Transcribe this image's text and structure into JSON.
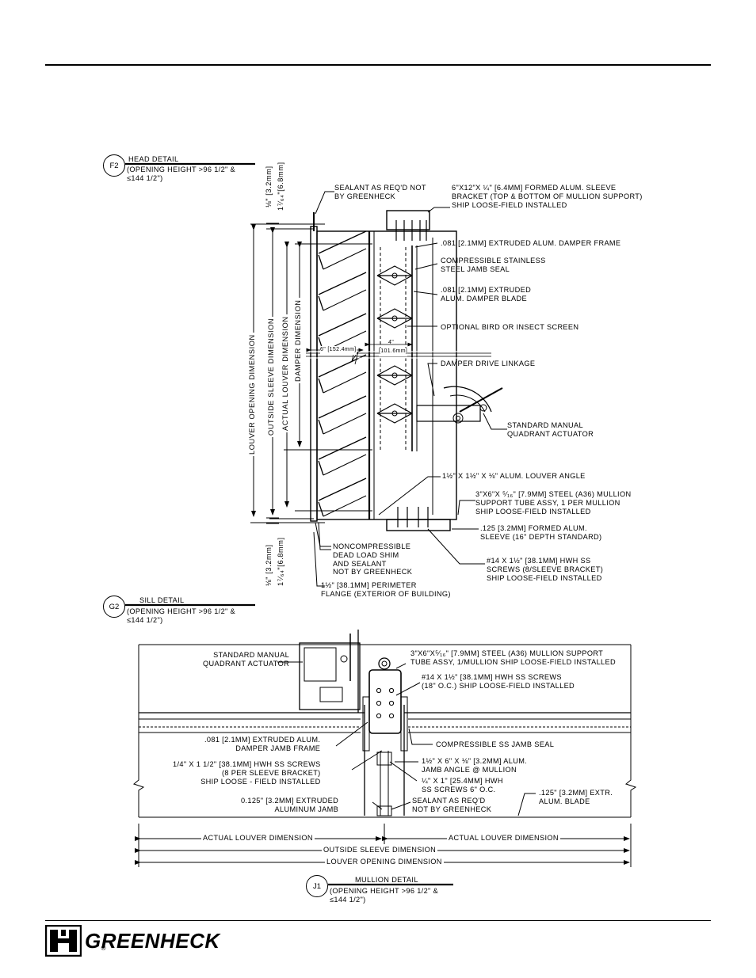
{
  "head_detail": {
    "tag": "F2",
    "title": "HEAD DETAIL",
    "scope": "(OPENING HEIGHT >96 1/2\" &\n≤144 1/2\")",
    "dim_top_a": "⅛\" [3.2mm]",
    "dim_top_b": "1⁷⁄₆₄\"[6.8mm]",
    "dim_bot_a": "⅛\" [3.2mm]",
    "dim_bot_b": "1⁷⁄₆₄\"[6.8mm]",
    "dim_louver_opening": "LOUVER OPENING DIMENSION",
    "dim_outside_sleeve": "OUTSIDE SLEEVE DIMENSION",
    "dim_actual_louver": "ACTUAL LOUVER DIMENSION",
    "dim_damper": "DAMPER DIMENSION",
    "dim_6in": "6\" [152.4mm]",
    "dim_4in_a": "4\"",
    "dim_4in_b": "[101.6mm]",
    "callouts": [
      "SEALANT AS REQ'D NOT\nBY GREENHECK",
      "6\"x12\"x ¼\" [6.4mm] FORMED ALUM. SLEEVE\nBRACKET (TOP & BOTTOM OF MULLION SUPPORT)\nSHIP LOOSE-FIELD INSTALLED",
      ".081 [2.1mm] EXTRUDED ALUM. DAMPER FRAME",
      "COMPRESSIBLE STAINLESS\nSTEEL JAMB SEAL",
      ".081 [2.1mm] EXTRUDED\nALUM. DAMPER BLADE",
      "OPTIONAL BIRD OR INSECT SCREEN",
      "DAMPER DRIVE LINKAGE",
      "STANDARD MANUAL\nQUADRANT ACTUATOR",
      "1½\" x 1½\" x ⅛\" ALUM. LOUVER ANGLE",
      "3\"x6\"x ⁵⁄₁₆\" [7.9mm] STEEL (A36) MULLION\nSUPPORT TUBE ASSY, 1 PER MULLION\nSHIP LOOSE-FIELD INSTALLED",
      ".125 [3.2mm] FORMED ALUM.\nSLEEVE (16\" DEPTH STANDARD)",
      "NONCOMPRESSIBLE\nDEAD LOAD SHIM\nAND SEALANT\nNOT BY GREENHECK",
      "#14 X 1½\" [38.1mm] HWH SS\nSCREWS (8/SLEEVE BRACKET)\nSHIP LOOSE-FIELD INSTALLED",
      "1½\" [38.1mm] PERIMETER\nFLANGE (EXTERIOR OF BUILDING)"
    ]
  },
  "sill_detail": {
    "tag": "G2",
    "title": "SILL DETAIL",
    "scope": "(OPENING HEIGHT >96 1/2\" &\n≤144 1/2\")"
  },
  "mullion_detail": {
    "tag": "J1",
    "title": "MULLION DETAIL",
    "scope": "(OPENING HEIGHT >96 1/2\" &\n≤144 1/2\")",
    "callouts": [
      "STANDARD MANUAL\nQUADRANT ACTUATOR",
      "3\"x6\"x⁵⁄₁₆\" [7.9mm] STEEL (A36) MULLION SUPPORT\nTUBE ASSY, 1/MULLION SHIP LOOSE-FIELD INSTALLED",
      "#14 x 1½\" [38.1mm] HWH SS SCREWS\n(18\" O.C.) SHIP LOOSE-FIELD INSTALLED",
      ".081 [2.1mm] EXTRUDED ALUM.\nDAMPER JAMB FRAME",
      "COMPRESSIBLE SS JAMB SEAL",
      "1/4\" X 1 1/2\" [38.1mm] HWH SS SCREWS\n(8 PER SLEEVE BRACKET)\nSHIP LOOSE - FIELD INSTALLED",
      "1½\" x 6\" x ⅛\" [3.2mm] ALUM.\nJAMB ANGLE @ MULLION",
      "¼\" x 1\" [25.4mm] HWH\nSS SCREWS 6\" O.C.",
      "0.125\" [3.2mm] EXTRUDED\nALUMINUM JAMB",
      "SEALANT AS REQ'D\nNOT BY GREENHECK",
      ".125\" [3.2mm] EXTR.\nALUM. BLADE"
    ],
    "dim_actual_left": "ACTUAL LOUVER DIMENSION",
    "dim_actual_right": "ACTUAL LOUVER DIMENSION",
    "dim_outside_sleeve": "OUTSIDE SLEEVE DIMENSION",
    "dim_louver_opening": "LOUVER OPENING DIMENSION"
  },
  "footer": {
    "brand": "GREENHECK",
    "registered": "®"
  }
}
